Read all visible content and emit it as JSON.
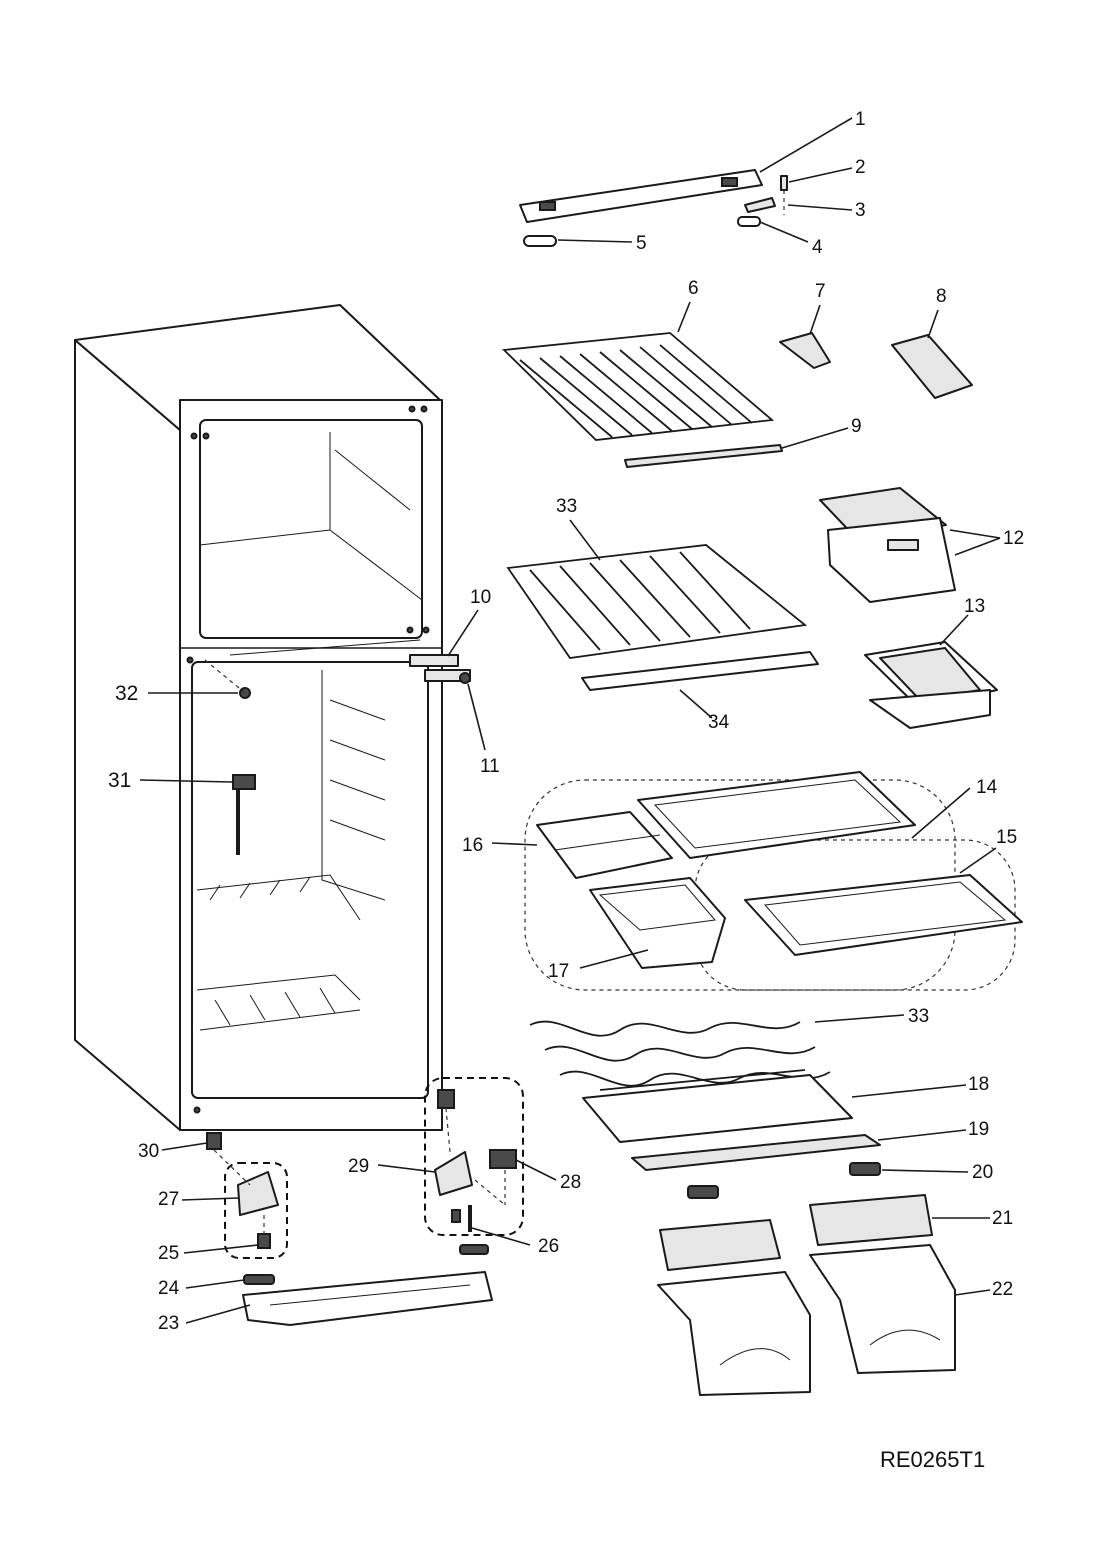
{
  "labels": {
    "p1": "1",
    "p2": "2",
    "p3": "3",
    "p4": "4",
    "p5": "5",
    "p6": "6",
    "p7": "7",
    "p8": "8",
    "p9": "9",
    "p10": "10",
    "p11": "11",
    "p12": "12",
    "p13": "13",
    "p14": "14",
    "p15": "15",
    "p16": "16",
    "p17": "17",
    "p18": "18",
    "p19": "19",
    "p20": "20",
    "p21": "21",
    "p22": "22",
    "p23": "23",
    "p24": "24",
    "p25": "25",
    "p26": "26",
    "p27": "27",
    "p28": "28",
    "p29": "29",
    "p30": "30",
    "p31": "31",
    "p32": "32",
    "p33a": "33",
    "p33b": "33",
    "p34": "34"
  },
  "reference_code": "RE0265T1"
}
